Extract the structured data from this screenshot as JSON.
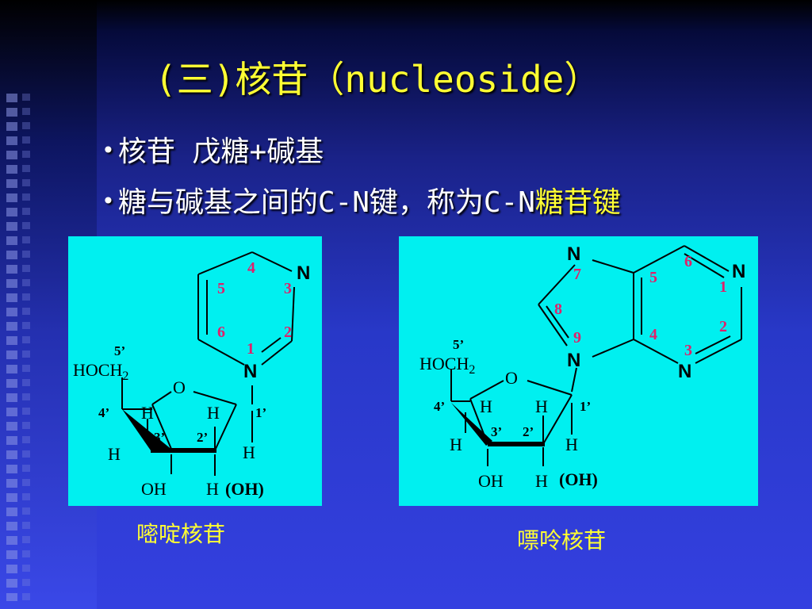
{
  "slide": {
    "title": "(三)核苷（nucleoside）",
    "bullets": {
      "b1": {
        "text": "核苷  戊糖+碱基"
      },
      "b2": {
        "prefix": "糖与碱基之间的C-N键，称为C-N",
        "highlight": "糖苷键"
      }
    }
  },
  "pyrimidine_figure": {
    "caption": "嘧啶核苷",
    "ring_numbers": [
      "4",
      "3",
      "5",
      "2",
      "6",
      "1"
    ],
    "atoms": {
      "n3": "N",
      "n1": "N",
      "o": "O",
      "hoch2": "HOCH",
      "sub2": "2",
      "h1": "H",
      "h2": "H",
      "h3": "H",
      "h4": "H",
      "oh": "OH",
      "h5": "H",
      "oh_alt": "(OH)"
    },
    "sugar_numbers": {
      "p5": "5’",
      "p4": "4’",
      "p3": "3’",
      "p2": "2’",
      "p1": "1’"
    }
  },
  "purine_figure": {
    "caption": "嘌呤核苷",
    "ring_numbers": [
      "7",
      "6",
      "5",
      "1",
      "8",
      "2",
      "9",
      "4",
      "3"
    ],
    "atoms": {
      "n7": "N",
      "n1": "N",
      "n9": "N",
      "n3": "N",
      "o": "O",
      "hoch2": "HOCH",
      "sub2": "2",
      "h1": "H",
      "h2": "H",
      "h3": "H",
      "h4": "H",
      "oh": "OH",
      "h5": "H",
      "oh_alt": "(OH)"
    },
    "sugar_numbers": {
      "p5": "5’",
      "p4": "4’",
      "p3": "3’",
      "p2": "2’",
      "p1": "1’"
    }
  },
  "colors": {
    "title": "#ffff33",
    "panel": "#00f0f0",
    "ring_number": "#e0206a"
  }
}
